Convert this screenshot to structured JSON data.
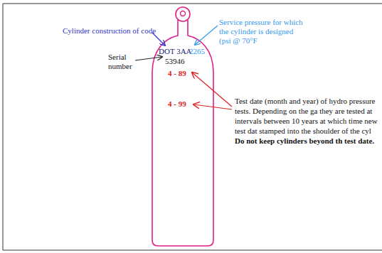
{
  "diagram": {
    "labels": [
      "Cylinder construction of code",
      "Service pressure for which the cylinder is designed (psi @ 70°F",
      "DOT 3AA",
      "2265",
      "Serial number",
      "53946",
      "4 - 89",
      "4 - 99",
      "Test date (month and year) of hydro pressure tests. Depending on the ga they are tested at intervals between 10 years at which time new test dat stamped into the shoulder of the cyl",
      "Do not keep cylinders beyond th test date."
    ]
  }
}
